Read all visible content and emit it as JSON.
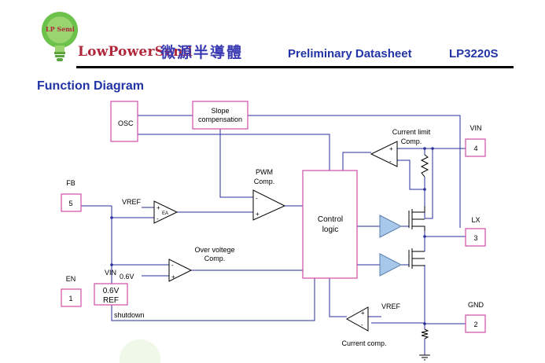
{
  "header": {
    "logo_badge": "LP Semi",
    "company_en": "LowPowerSemi",
    "company_cn": "微源半導體",
    "doc_type": "Preliminary Datasheet",
    "part_number": "LP3220S"
  },
  "section_title": "Function Diagram",
  "diagram": {
    "osc": "OSC",
    "slope_line1": "Slope",
    "slope_line2": "compensation",
    "control_line1": "Control",
    "control_line2": "logic",
    "ref_value": "0.6V",
    "ref_label": "REF",
    "vref_ea": "VREF",
    "ea": "EA",
    "pwm_line1": "PWM",
    "pwm_line2": "Comp.",
    "ov_line1": "Over voltege",
    "ov_line2": "Comp.",
    "vin_ov": "VIN",
    "v06": "0.6V",
    "shutdown": "shutdown",
    "cl_line1": "Current limit",
    "cl_line2": "Comp.",
    "cc_vref": "VREF",
    "cc_label": "Current comp.",
    "plus": "+",
    "minus": "-",
    "pins": [
      {
        "name": "FB",
        "number": "5"
      },
      {
        "name": "EN",
        "number": "1"
      },
      {
        "name": "VIN",
        "number": "4"
      },
      {
        "name": "LX",
        "number": "3"
      },
      {
        "name": "GND",
        "number": "2"
      }
    ]
  },
  "colors": {
    "wire": "#2a2f9c",
    "block_border": "#d24ea8",
    "buffer_fill": "#a8c8ea",
    "heading": "#2233a6",
    "brand_red": "#b0263b"
  }
}
